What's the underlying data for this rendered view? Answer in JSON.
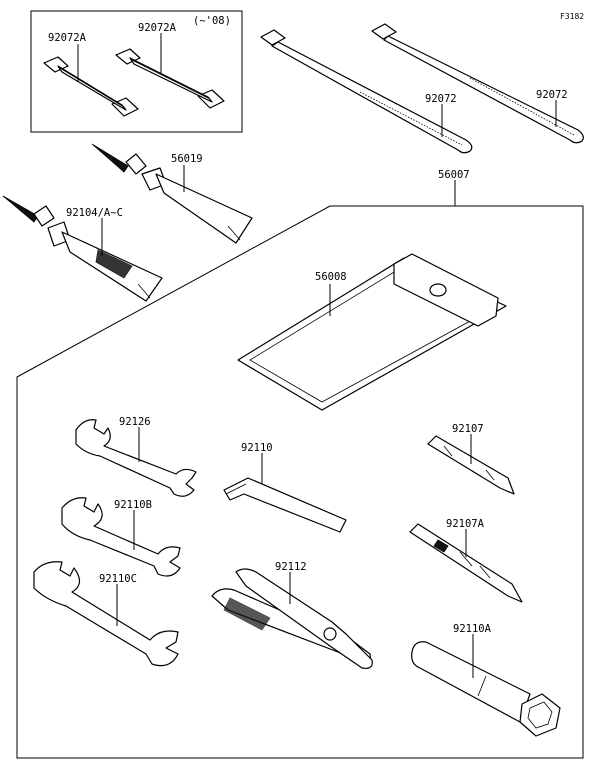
{
  "drawing_code": "F3182",
  "parts": {
    "strap_a_left": "92072A",
    "strap_a_right": "92072A",
    "strap_a_note": "(~'08)",
    "band_left": "92072",
    "band_right": "92072",
    "tube_small": "56019",
    "tube_large": "92104/A~C",
    "kit_bag": "56007",
    "pouch": "56008",
    "wrench_small": "92126",
    "wrench_mid": "92110B",
    "wrench_large": "92110C",
    "hex_key": "92110",
    "pliers": "92112",
    "screwdriver_bit": "92107",
    "screwdriver_handle": "92107A",
    "box_wrench": "92110A"
  }
}
